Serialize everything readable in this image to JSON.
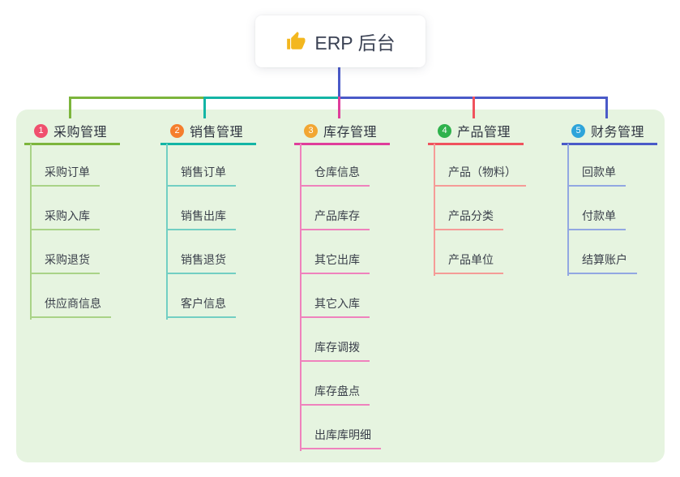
{
  "root": {
    "label": "ERP 后台",
    "icon": "thumbs-up-icon"
  },
  "colors": {
    "canvas_background": "#e6f4e0",
    "root_connector": "#4a5ac8",
    "thumb_icon": "#f3b71f"
  },
  "branches": [
    {
      "index": "1",
      "label": "采购管理",
      "badge_color": "#f0506e",
      "line_color": "#7cb53c",
      "child_line_color": "#a9d387",
      "children": [
        "采购订单",
        "采购入库",
        "采购退货",
        "供应商信息"
      ]
    },
    {
      "index": "2",
      "label": "销售管理",
      "badge_color": "#f57e2d",
      "line_color": "#13b5a5",
      "child_line_color": "#72cfc3",
      "children": [
        "销售订单",
        "销售出库",
        "销售退货",
        "客户信息"
      ]
    },
    {
      "index": "3",
      "label": "库存管理",
      "badge_color": "#f2a633",
      "line_color": "#df3d9b",
      "child_line_color": "#ef82bd",
      "children": [
        "仓库信息",
        "产品库存",
        "其它出库",
        "其它入库",
        "库存调拨",
        "库存盘点",
        "出库库明细"
      ]
    },
    {
      "index": "4",
      "label": "产品管理",
      "badge_color": "#2eb24c",
      "line_color": "#f0525d",
      "child_line_color": "#f59b97",
      "children": [
        "产品（物料）",
        "产品分类",
        "产品单位"
      ]
    },
    {
      "index": "5",
      "label": "财务管理",
      "badge_color": "#2ea4da",
      "line_color": "#4a5ac8",
      "child_line_color": "#92a7e2",
      "children": [
        "回款单",
        "付款单",
        "结算账户"
      ]
    }
  ]
}
